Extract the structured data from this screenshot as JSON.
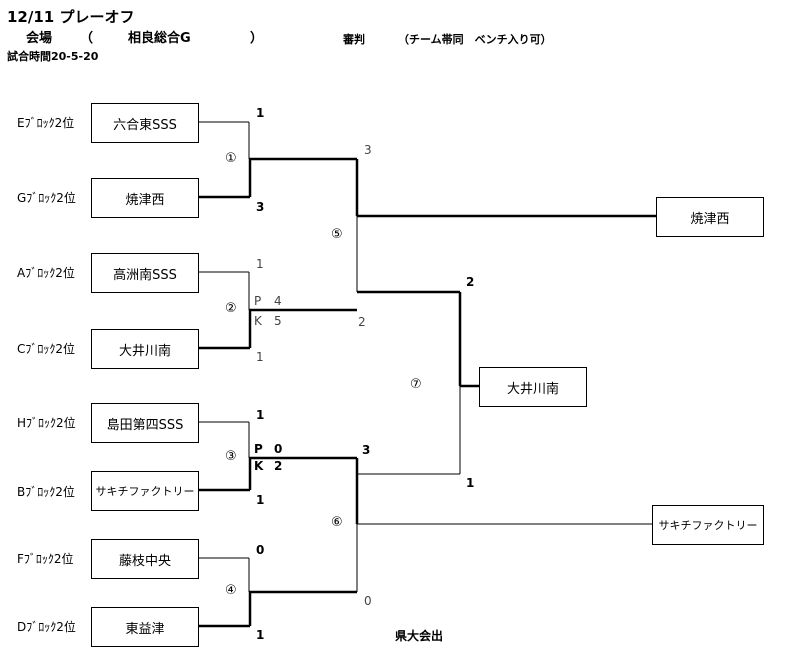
{
  "header": {
    "date_title": "12/11 プレーオフ",
    "venue_label": "会場",
    "paren_open": "（",
    "venue_name": "相良総合G",
    "paren_close": "）",
    "referee_label": "審判",
    "referee_note": "（チーム帯同　ベンチ入り可）",
    "match_time": "試合時間20-5-20"
  },
  "seeds": [
    "Eﾌﾞﾛｯｸ2位",
    "Gﾌﾞﾛｯｸ2位",
    "Aﾌﾞﾛｯｸ2位",
    "Cﾌﾞﾛｯｸ2位",
    "Hﾌﾞﾛｯｸ2位",
    "Bﾌﾞﾛｯｸ2位",
    "Fﾌﾞﾛｯｸ2位",
    "Dﾌﾞﾛｯｸ2位"
  ],
  "teams": [
    "六合東SSS",
    "焼津西",
    "高洲南SSS",
    "大井川南",
    "島田第四SSS",
    "サキチファクトリー",
    "藤枝中央",
    "東益津"
  ],
  "matches": [
    "①",
    "②",
    "③",
    "④",
    "⑤",
    "⑥",
    "⑦"
  ],
  "scores": {
    "m1_top": "1",
    "m1_bot": "3",
    "m2_top": "1",
    "m2_p_label": "P",
    "m2_p": "4",
    "m2_k_label": "K",
    "m2_k": "5",
    "m2_bot": "1",
    "m3_top": "1",
    "m3_p_label": "P",
    "m3_p": "0",
    "m3_k_label": "K",
    "m3_k": "2",
    "m3_bot": "1",
    "m4_top": "0",
    "m4_bot": "1",
    "m5_top": "3",
    "m5_bot": "2",
    "m6_top": "3",
    "m6_bot": "0",
    "m7_top": "2",
    "m7_bot": "1"
  },
  "results": {
    "m5_winner": "焼津西",
    "m7_winner": "大井川南",
    "m6_winner": "サキチファクトリー"
  },
  "footer_note": "県大会出"
}
